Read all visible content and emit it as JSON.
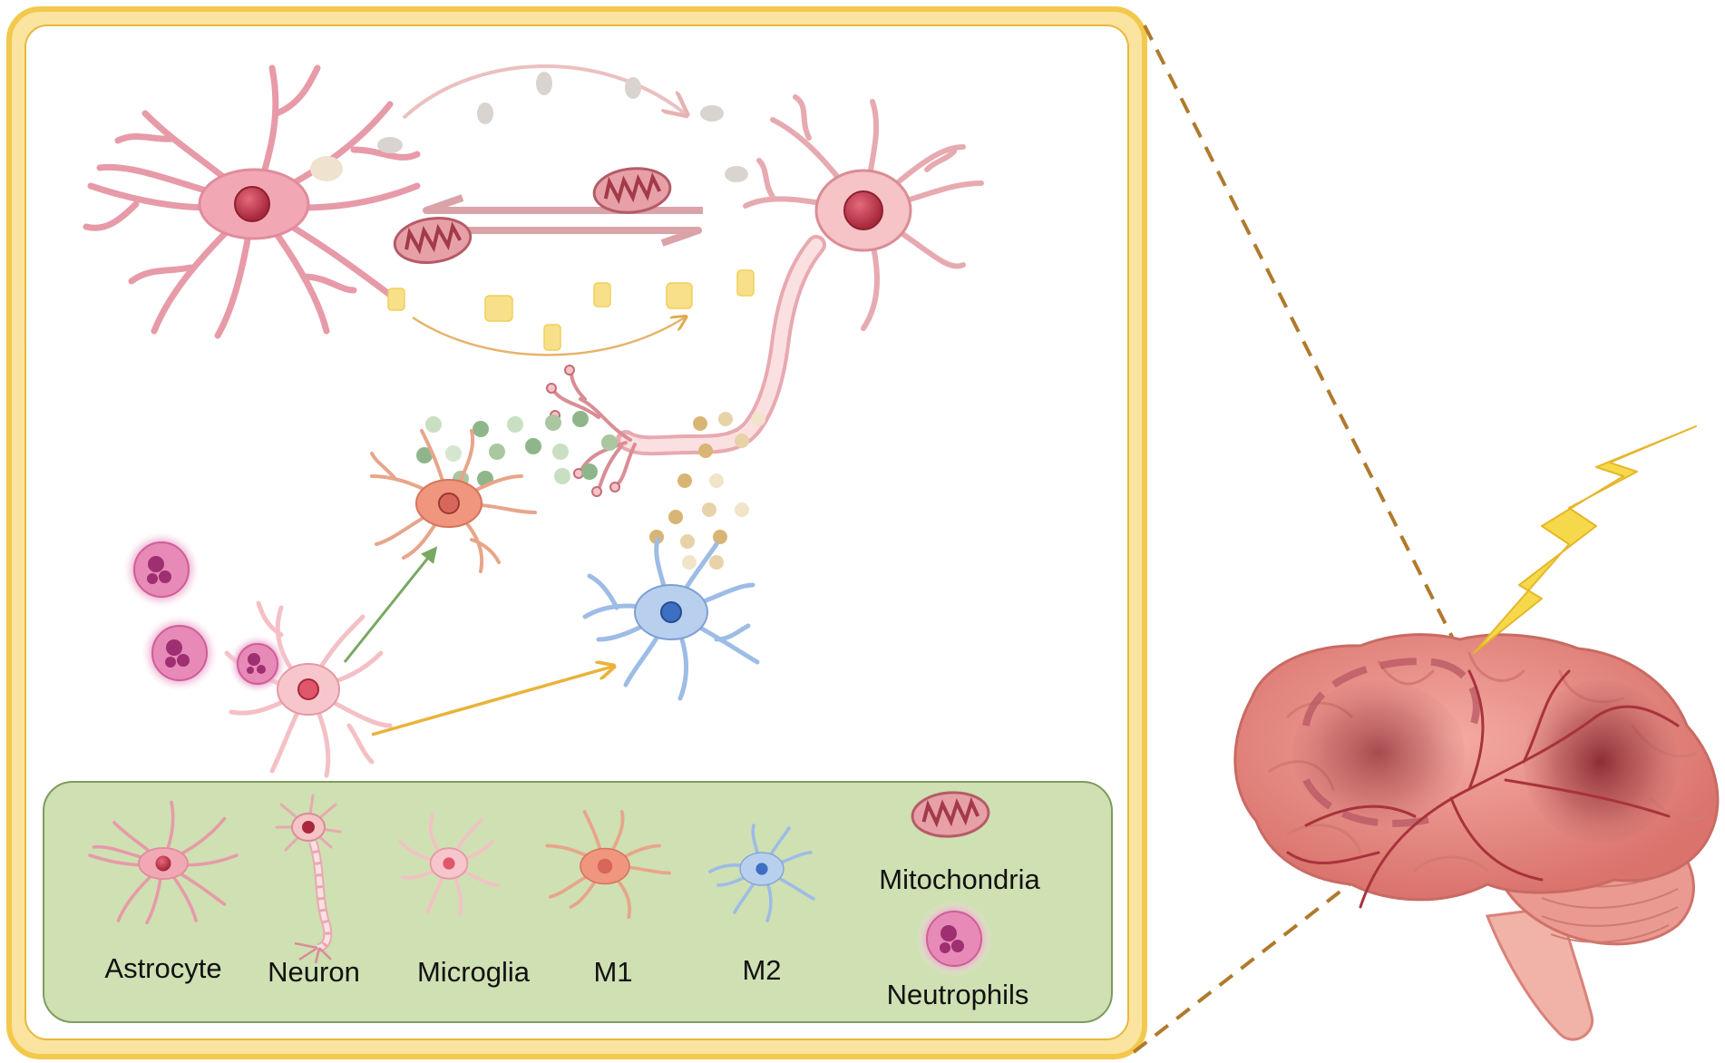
{
  "legend": {
    "items": [
      {
        "key": "astrocyte",
        "label": "Astrocyte",
        "icon": "astrocyte-icon"
      },
      {
        "key": "neuron",
        "label": "Neuron",
        "icon": "neuron-icon"
      },
      {
        "key": "microglia",
        "label": "Microglia",
        "icon": "microglia-icon"
      },
      {
        "key": "m1",
        "label": "M1",
        "icon": "m1-microglia-icon"
      },
      {
        "key": "m2",
        "label": "M2",
        "icon": "m2-microglia-icon"
      },
      {
        "key": "mitochondria",
        "label": "Mitochondria",
        "icon": "mitochondria-icon"
      },
      {
        "key": "neutrophils",
        "label": "Neutrophils",
        "icon": "neutrophil-icon"
      }
    ]
  },
  "colors": {
    "frame_border": "#f2c94c",
    "legend_bg": "#cfe0b3",
    "legend_border": "#7e9c5e",
    "astrocyte": "#f2a7b5",
    "neuron": "#f6c3c6",
    "microglia": "#f7b8c0",
    "m1": "#f0957e",
    "m2": "#9dbce6",
    "mitochondria": "#d98a93",
    "neutrophil": "#e07fb0",
    "brain": "#e9918a",
    "lightning": "#f6d94a",
    "dashed_connector": "#b07a2c"
  }
}
